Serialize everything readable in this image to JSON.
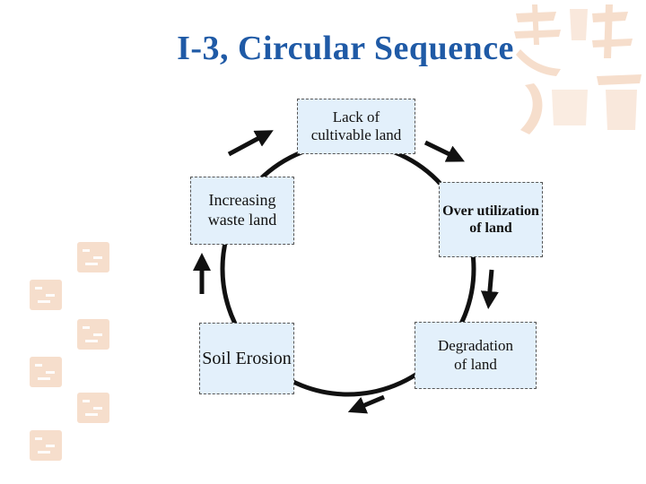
{
  "title": "I-3, Circular Sequence",
  "nodes": [
    {
      "id": "lack",
      "label": "Lack of\ncultivable land"
    },
    {
      "id": "over",
      "label": "Over utilization\nof land"
    },
    {
      "id": "degradation",
      "label": "Degradation\nof land"
    },
    {
      "id": "erosion",
      "label": "Soil Erosion"
    },
    {
      "id": "waste",
      "label": "Increasing\nwaste land"
    }
  ],
  "colors": {
    "title": "#1f5aa6",
    "box_fill": "#e3f0fb",
    "cycle_line": "#111111",
    "decor": "#f3d3bd"
  }
}
